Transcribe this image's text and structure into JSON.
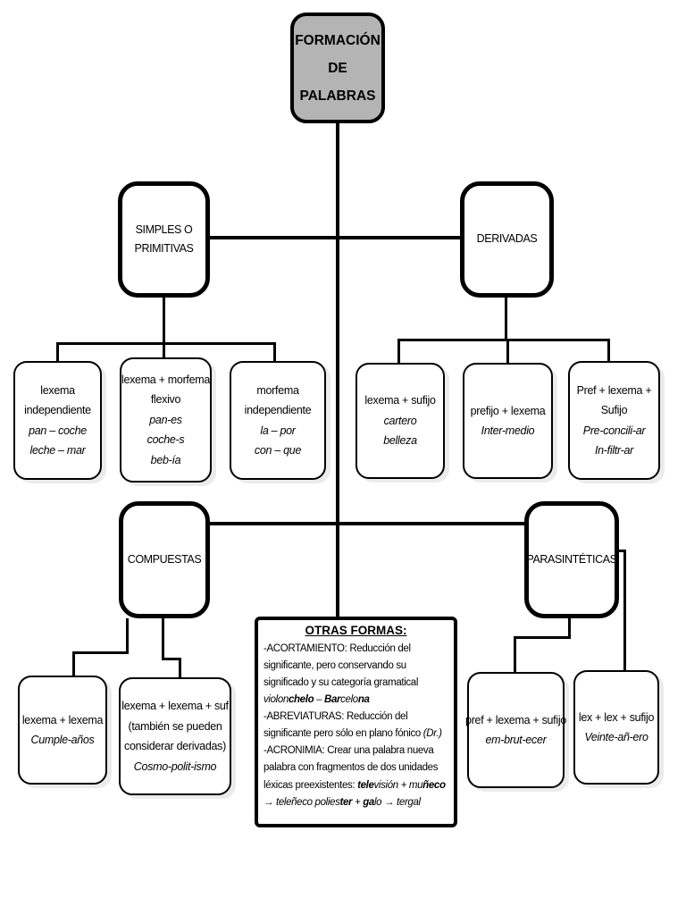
{
  "colors": {
    "background": "#ffffff",
    "line": "#000000",
    "root_fill": "#b4b4b4",
    "node_fill": "#ffffff",
    "text": "#000000"
  },
  "root": {
    "lines": [
      "FORMACIÓN",
      "DE",
      "PALABRAS"
    ]
  },
  "categories": {
    "simples": "SIMPLES O PRIMITIVAS",
    "derivadas": "DERIVADAS",
    "compuestas": "COMPUESTAS",
    "parasinteticas": "PARASINTÉTICAS"
  },
  "leaves": {
    "lexema_independiente": {
      "lines": [
        "lexema",
        "independiente",
        {
          "t": "pan – coche",
          "i": 1
        },
        {
          "t": "leche – mar",
          "i": 1
        }
      ]
    },
    "lexema_morfema_flexivo": {
      "lines": [
        "lexema + morfema",
        "flexivo",
        {
          "t": "pan-es",
          "i": 1
        },
        {
          "t": "coche-s",
          "i": 1
        },
        {
          "t": "beb-ía",
          "i": 1
        }
      ]
    },
    "morfema_independiente": {
      "lines": [
        "morfema",
        "independiente",
        {
          "t": "la – por",
          "i": 1
        },
        {
          "t": "con – que",
          "i": 1
        }
      ]
    },
    "lexema_sufijo": {
      "lines": [
        "lexema + sufijo",
        {
          "t": "cartero",
          "i": 1
        },
        {
          "t": "belleza",
          "i": 1
        }
      ]
    },
    "prefijo_lexema": {
      "lines": [
        "prefijo + lexema",
        {
          "t": "Inter-medio",
          "i": 1
        }
      ]
    },
    "pref_lexema_sufijo": {
      "lines": [
        "Pref + lexema +",
        "Sufijo",
        {
          "t": "Pre-concili-ar",
          "i": 1
        },
        {
          "t": "In-filtr-ar",
          "i": 1
        }
      ]
    },
    "lexema_lexema": {
      "lines": [
        "lexema + lexema",
        {
          "t": "Cumple-años",
          "i": 1
        }
      ]
    },
    "lexema_lexema_suf": {
      "lines": [
        "lexema + lexema + suf",
        "(también se pueden",
        "considerar derivadas)",
        {
          "t": "Cosmo-polit-ismo",
          "i": 1
        }
      ]
    },
    "pref_lexema_sufijo_para": {
      "lines": [
        "pref + lexema + sufijo",
        {
          "t": "em-brut-ecer",
          "i": 1
        }
      ]
    },
    "lex_lex_sufijo": {
      "lines": [
        "lex + lex + sufijo",
        {
          "t": "Veinte-añ-ero",
          "i": 1
        }
      ]
    }
  },
  "otras_formas": {
    "title": "OTRAS FORMAS:",
    "paragraphs": [
      [
        {
          "t": "-ACORTAMIENTO: Reducción del significante, pero conservando su significado y su categoría gramatical "
        },
        {
          "t": "violon",
          "i": 1
        },
        {
          "t": "chelo",
          "i": 1,
          "b": 1
        },
        {
          "t": " – ",
          "i": 1
        },
        {
          "t": "Bar",
          "i": 1,
          "b": 1
        },
        {
          "t": "celo",
          "i": 1
        },
        {
          "t": "na",
          "i": 1,
          "b": 1
        }
      ],
      [
        {
          "t": "-ABREVIATURAS: Reducción del  significante pero sólo en plano fónico "
        },
        {
          "t": "(Dr.)",
          "i": 1
        }
      ],
      [
        {
          "t": "-ACRONIMIA: Crear una palabra nueva palabra con fragmentos de dos unidades léxicas preexistentes: "
        },
        {
          "t": "tele",
          "i": 1,
          "b": 1
        },
        {
          "t": "visión",
          "i": 1
        },
        {
          "t": " + ",
          "i": 1
        },
        {
          "t": "mu",
          "i": 1
        },
        {
          "t": "ñeco",
          "i": 1,
          "b": 1
        },
        {
          "t": " → ",
          "i": 1
        },
        {
          "t": "teleñeco ",
          "i": 1
        },
        {
          "t": "polies",
          "i": 1
        },
        {
          "t": "ter",
          "i": 1,
          "b": 1
        },
        {
          "t": " + ",
          "i": 1
        },
        {
          "t": "ga",
          "i": 1,
          "b": 1
        },
        {
          "t": "lo",
          "i": 1
        },
        {
          "t": " → ",
          "i": 1
        },
        {
          "t": "tergal",
          "i": 1
        }
      ]
    ]
  }
}
